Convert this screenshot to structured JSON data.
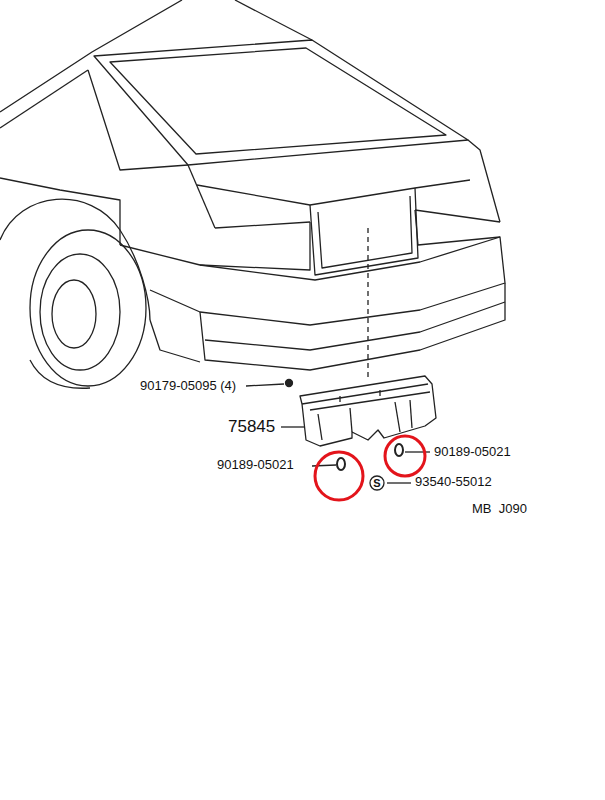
{
  "diagram": {
    "nodes": [
      {
        "text": [
          "S"
        ]
      }
    ],
    "labels": [
      "90179-05095 (4)",
      "75845",
      "90189-05021",
      "90189-05021",
      "93540-55012",
      "MB  J090"
    ]
  }
}
